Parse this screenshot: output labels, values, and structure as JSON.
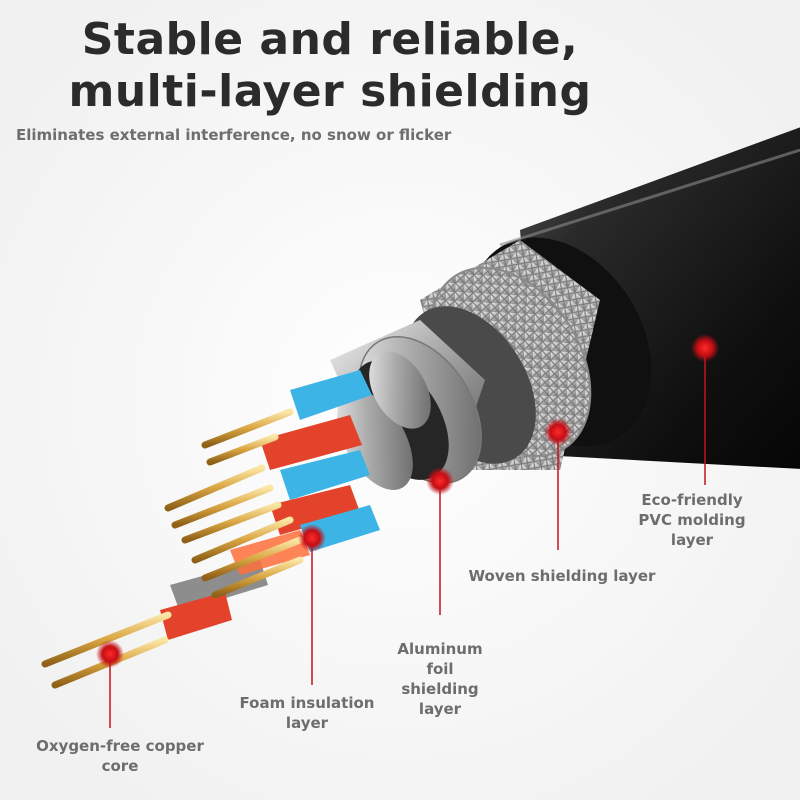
{
  "title": {
    "line1": "Stable and reliable,",
    "line2": "multi-layer shielding"
  },
  "subtitle": "Eliminates external interference, no snow or flicker",
  "callouts": {
    "pvc": {
      "line1": "Eco-friendly",
      "line2": "PVC molding",
      "line3": "layer"
    },
    "woven": {
      "line1": "Woven shielding layer"
    },
    "aluminum": {
      "line1": "Aluminum",
      "line2": "foil",
      "line3": "shielding",
      "line4": "layer"
    },
    "foam": {
      "line1": "Foam insulation",
      "line2": "layer"
    },
    "copper": {
      "line1": "Oxygen-free copper",
      "line2": "core"
    }
  },
  "colors": {
    "marker": "#d0101b",
    "leader": "#c4121c",
    "jacket": "#1a1a1a",
    "copper": "#d9a441",
    "foam_blue": "#3db4e6",
    "foam_red": "#e2432a"
  }
}
